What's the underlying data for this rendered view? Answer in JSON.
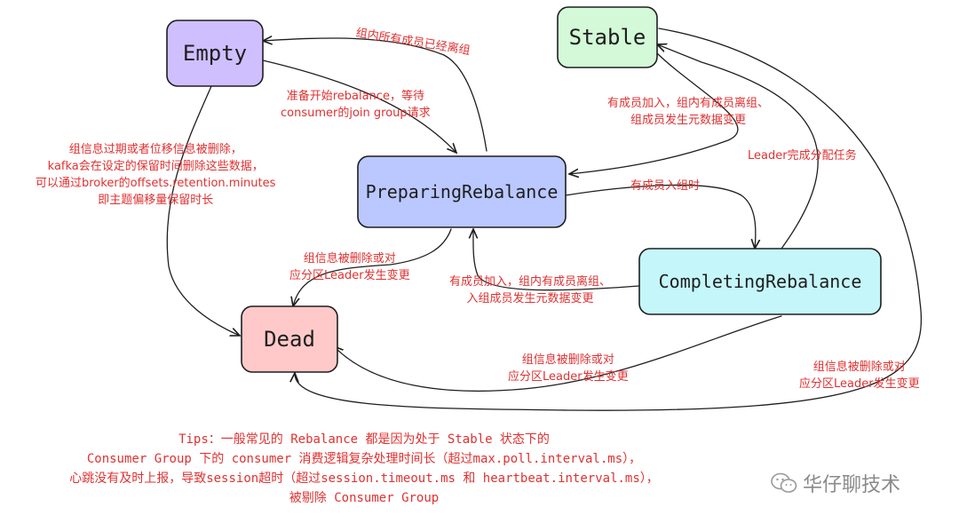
{
  "nodes": {
    "empty": {
      "label": "Empty",
      "color": "#d0bfff"
    },
    "stable": {
      "label": "Stable",
      "color": "#d3f9d8"
    },
    "preparing": {
      "label": "PreparingRebalance",
      "color": "#bac8ff"
    },
    "completing": {
      "label": "CompletingRebalance",
      "color": "#c5f6fa"
    },
    "dead": {
      "label": "Dead",
      "color": "#ffc9c9"
    }
  },
  "annotations": {
    "all_left": [
      "组内所有成员已经离组"
    ],
    "prepare": [
      "准备开始rebalance，等待",
      "consumer的join group请求"
    ],
    "expire": [
      "组信息过期或者位移信息被删除，",
      "kafka会在设定的保留时间删除这些数据，",
      "可以通过broker的offsets.retention.minutes",
      "即主题偏移量保留时长"
    ],
    "stable_to_prep": [
      "有成员加入，组内有成员离组、",
      "组成员发生元数据变更"
    ],
    "leader_assign": [
      "Leader完成分配任务"
    ],
    "member_joined": [
      "有成员入组时"
    ],
    "prep_dead": [
      "组信息被删除或对",
      "应分区Leader发生变更"
    ],
    "comp_to_prep": [
      "有成员加入，组内有成员离组、",
      "入组成员发生元数据变更"
    ],
    "comp_dead": [
      "组信息被删除或对",
      "应分区Leader发生变更"
    ],
    "stable_dead": [
      "组信息被删除或对",
      "应分区Leader发生变更"
    ]
  },
  "tips": [
    "Tips：一般常见的 Rebalance 都是因为处于 Stable 状态下的",
    "Consumer Group 下的 consumer 消费逻辑复杂处理时间长（超过max.poll.interval.ms），",
    "心跳没有及时上报，导致session超时（超过session.timeout.ms 和 heartbeat.interval.ms），",
    "被剔除 Consumer Group"
  ],
  "brand": {
    "text": "华仔聊技术",
    "icon": "wechat-icon"
  }
}
